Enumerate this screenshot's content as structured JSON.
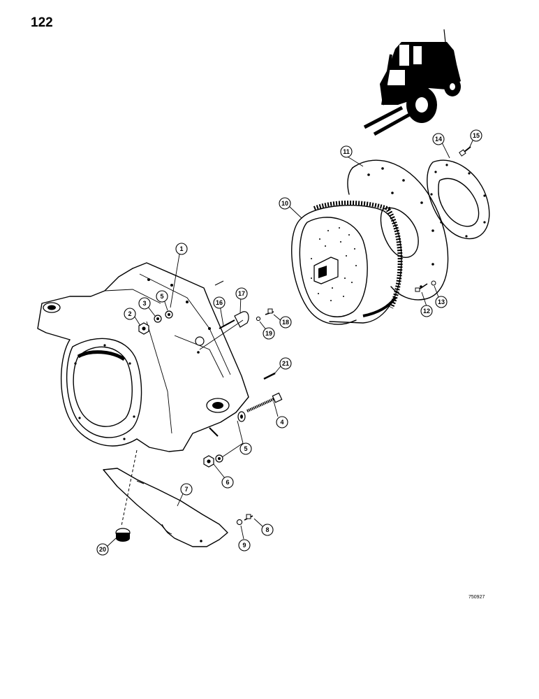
{
  "page": {
    "number": "122",
    "drawing_code": "750927"
  },
  "colors": {
    "ink": "#000000",
    "paper": "#ffffff"
  },
  "callouts": [
    {
      "id": "1",
      "label": "1"
    },
    {
      "id": "2",
      "label": "2"
    },
    {
      "id": "3",
      "label": "3"
    },
    {
      "id": "4",
      "label": "4"
    },
    {
      "id": "5a",
      "label": "5"
    },
    {
      "id": "5b",
      "label": "5"
    },
    {
      "id": "6",
      "label": "6"
    },
    {
      "id": "7",
      "label": "7"
    },
    {
      "id": "8",
      "label": "8"
    },
    {
      "id": "9",
      "label": "9"
    },
    {
      "id": "10",
      "label": "10"
    },
    {
      "id": "11",
      "label": "11"
    },
    {
      "id": "12",
      "label": "12"
    },
    {
      "id": "13",
      "label": "13"
    },
    {
      "id": "14",
      "label": "14"
    },
    {
      "id": "15",
      "label": "15"
    },
    {
      "id": "16",
      "label": "16"
    },
    {
      "id": "17",
      "label": "17"
    },
    {
      "id": "18",
      "label": "18"
    },
    {
      "id": "19",
      "label": "19"
    },
    {
      "id": "20",
      "label": "20"
    },
    {
      "id": "21",
      "label": "21"
    }
  ]
}
